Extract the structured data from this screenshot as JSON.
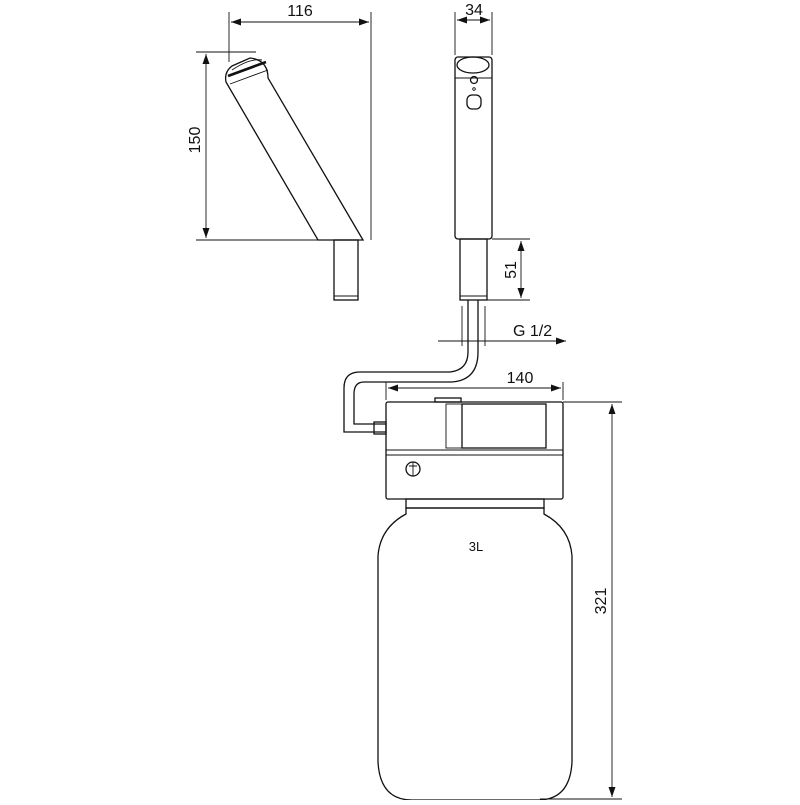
{
  "dimensions": {
    "side_width": "116",
    "side_height": "150",
    "front_width": "34",
    "stem_length": "51",
    "thread": "G 1/2",
    "tank_width": "140",
    "tank_height": "321"
  },
  "tank": {
    "capacity": "3L"
  }
}
